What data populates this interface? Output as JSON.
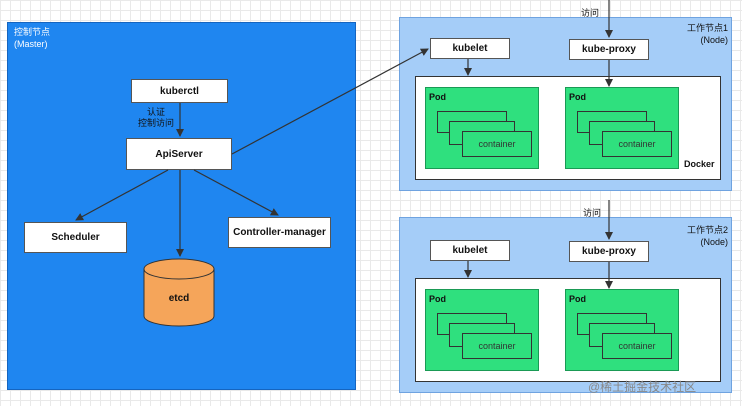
{
  "master": {
    "title": "控制节点",
    "subtitle": "(Master)",
    "kuberctl": "kuberctl",
    "auth_line1": "认证",
    "auth_line2": "控制访问",
    "apiserver": "ApiServer",
    "scheduler": "Scheduler",
    "controller_manager": "Controller-manager",
    "etcd": "etcd"
  },
  "nodes": [
    {
      "title": "工作节点1",
      "subtitle": "(Node)",
      "access_label": "访问",
      "kubelet": "kubelet",
      "kube_proxy": "kube-proxy",
      "runtime": "Docker",
      "pods": [
        {
          "label": "Pod",
          "container": "container"
        },
        {
          "label": "Pod",
          "container": "container"
        }
      ]
    },
    {
      "title": "工作节点2",
      "subtitle": "(Node)",
      "access_label": "访问",
      "kubelet": "kubelet",
      "kube_proxy": "kube-proxy",
      "pods": [
        {
          "label": "Pod",
          "container": "container"
        },
        {
          "label": "Pod",
          "container": "container"
        }
      ]
    }
  ],
  "watermark": "@稀土掘金技术社区",
  "colors": {
    "master_fill": "#1f86f0",
    "node_fill": "#a5cdf8",
    "pod_fill": "#2fe07e",
    "etcd_fill": "#f5a55a"
  }
}
